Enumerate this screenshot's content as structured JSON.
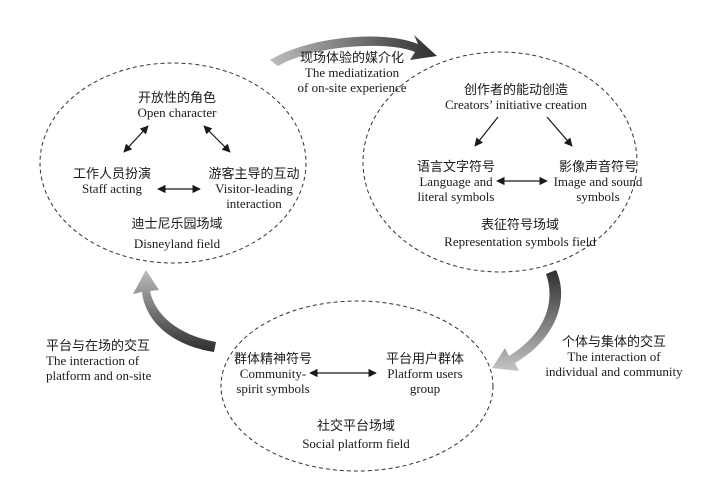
{
  "flows": {
    "mediatization": {
      "cn": "现场体验的媒介化",
      "en1": "The mediatization",
      "en2": "of on-site experience"
    },
    "individual_community": {
      "cn": "个体与集体的交互",
      "en1": "The interaction of",
      "en2": "individual and community"
    },
    "platform_onsite": {
      "cn": "平台与在场的交互",
      "en1": "The interaction of",
      "en2": "platform and on-site"
    }
  },
  "disneyland": {
    "open": {
      "cn": "开放性的角色",
      "en": "Open character"
    },
    "staff": {
      "cn": "工作人员扮演",
      "en": "Staff acting"
    },
    "visitor": {
      "cn": "游客主导的互动",
      "en1": "Visitor-leading",
      "en2": "interaction"
    },
    "field": {
      "cn": "迪士尼乐园场域",
      "en": "Disneyland field"
    }
  },
  "representation": {
    "creators": {
      "cn": "创作者的能动创造",
      "en": "Creators’ initiative creation"
    },
    "language": {
      "cn": "语言文字符号",
      "en1": "Language and",
      "en2": "literal symbols"
    },
    "image": {
      "cn": "影像声音符号",
      "en1": "Image and sound",
      "en2": "symbols"
    },
    "field": {
      "cn": "表征符号场域",
      "en": "Representation symbols field"
    }
  },
  "social": {
    "community": {
      "cn": "群体精神符号",
      "en1": "Community-",
      "en2": "spirit symbols"
    },
    "users": {
      "cn": "平台用户群体",
      "en1": "Platform users",
      "en2": "group"
    },
    "field": {
      "cn": "社交平台场域",
      "en": "Social platform field"
    }
  }
}
